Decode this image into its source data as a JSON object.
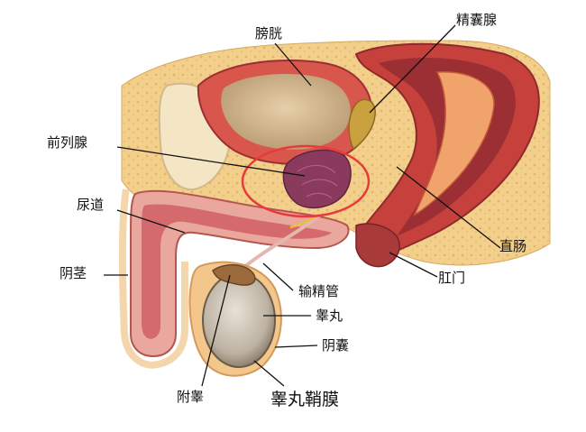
{
  "labels": {
    "bladder": "膀胱",
    "seminal_vesicle": "精囊腺",
    "prostate": "前列腺",
    "urethra": "尿道",
    "rectum": "直肠",
    "penis": "阴茎",
    "anus": "肛门",
    "vas_deferens": "输精管",
    "testis": "睾丸",
    "scrotum": "阴囊",
    "epididymis": "附睾",
    "tunica_vaginalis": "睾丸鞘膜"
  },
  "colors": {
    "fat": "#f2cf8a",
    "fat_dark": "#e3b66c",
    "muscle": "#c7413c",
    "muscle_dark": "#8e2a2c",
    "tissue_pink": "#f2a8a0",
    "bladder_inner": "#d7b98d",
    "prostate": "#8a3a5c",
    "testis": "#c9bfb0",
    "highlight_ring": "#e83a3a",
    "skin": "#f5dcb7"
  }
}
